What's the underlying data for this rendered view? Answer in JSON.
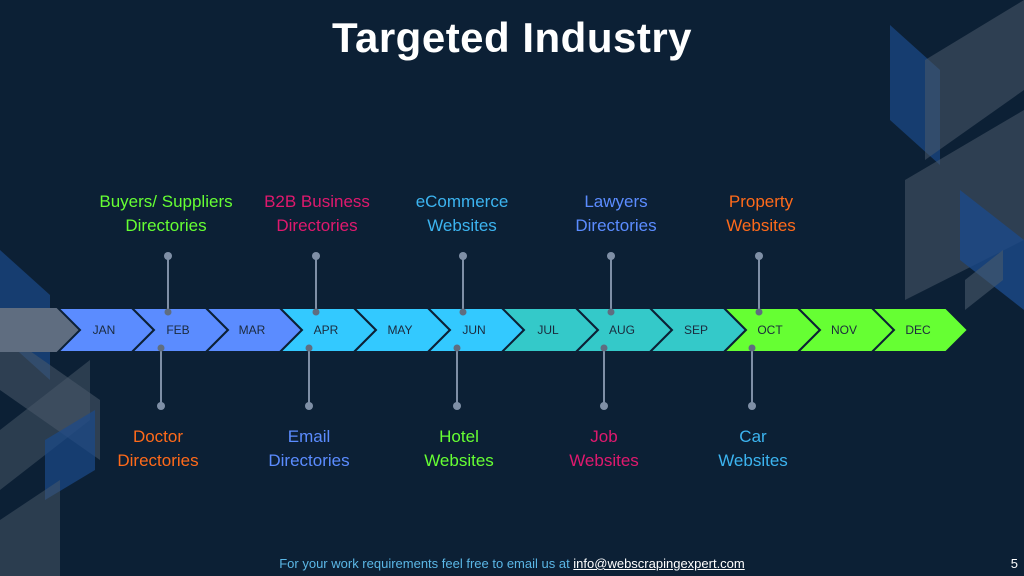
{
  "title": "Targeted Industry",
  "months": [
    "JAN",
    "FEB",
    "MAR",
    "APR",
    "MAY",
    "JUN",
    "JUL",
    "AUG",
    "SEP",
    "OCT",
    "NOV",
    "DEC"
  ],
  "colors": {
    "background": "#0c2035",
    "jan_mar": "#5b8cff",
    "apr_jun": "#33c9ff",
    "jul_sep": "#34c9c9",
    "oct_dec": "#66ff33",
    "connector": "#7f8fa6"
  },
  "top_labels": [
    {
      "line1": "Buyers/ Suppliers",
      "line2": "Directories",
      "color": "#66ff33"
    },
    {
      "line1": "B2B Business",
      "line2": "Directories",
      "color": "#e0196e"
    },
    {
      "line1": "eCommerce",
      "line2": "Websites",
      "color": "#3cb4f0"
    },
    {
      "line1": "Lawyers",
      "line2": "Directories",
      "color": "#5b8cff"
    },
    {
      "line1": "Property",
      "line2": "Websites",
      "color": "#ff6a1a"
    }
  ],
  "bottom_labels": [
    {
      "line1": "Doctor",
      "line2": "Directories",
      "color": "#ff6a1a"
    },
    {
      "line1": "Email",
      "line2": "Directories",
      "color": "#5b8cff"
    },
    {
      "line1": "Hotel",
      "line2": "Websites",
      "color": "#66ff33"
    },
    {
      "line1": "Job",
      "line2": "Websites",
      "color": "#e0196e"
    },
    {
      "line1": "Car",
      "line2": "Websites",
      "color": "#3cb4f0"
    }
  ],
  "footer": {
    "text": "For your work requirements feel free to email us at ",
    "email": "info@webscrapingexpert.com"
  },
  "page_number": "5"
}
